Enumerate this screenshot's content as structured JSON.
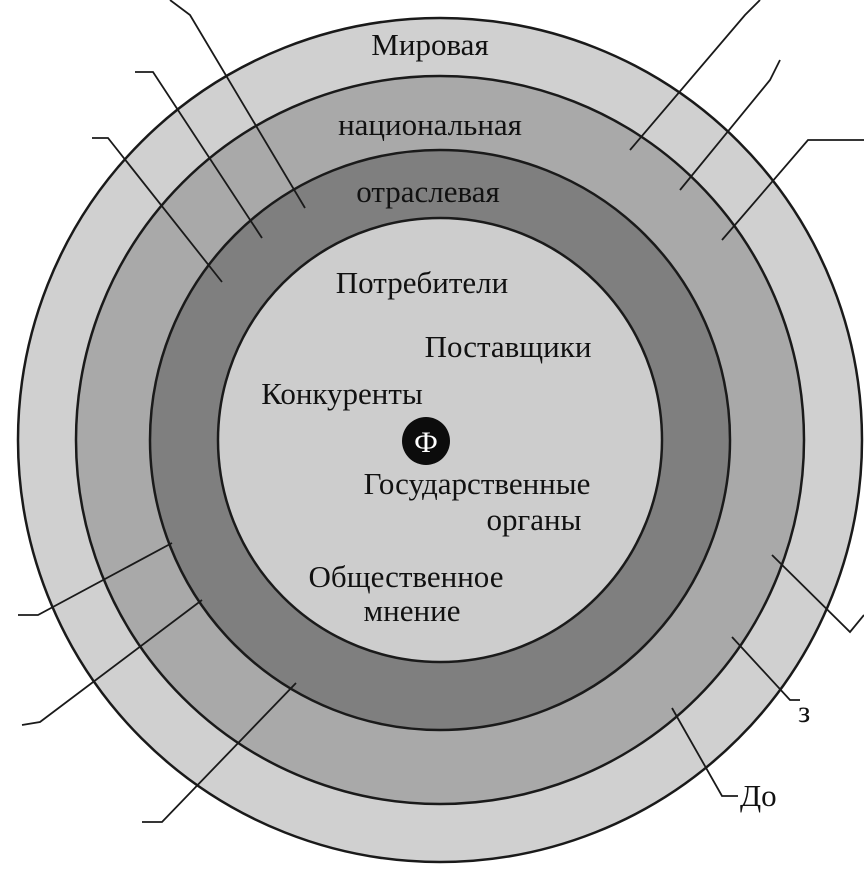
{
  "rings": {
    "world": {
      "label": "Мировая"
    },
    "national": {
      "label": "национальная"
    },
    "industry": {
      "label": "отраслевая"
    }
  },
  "inner_items": {
    "consumers": "Потребители",
    "suppliers": "Поставщики",
    "competitors": "Конкуренты",
    "government_line1": "Государственные",
    "government_line2": "органы",
    "opinion_line1": "Общественное",
    "opinion_line2": "мнение"
  },
  "center": {
    "symbol": "Ф"
  },
  "edge_glyphs": {
    "right_lower": "з",
    "bottom_right": "До"
  },
  "colors": {
    "outer_ring": "#d0d0d0",
    "national_ring": "#a9a9a9",
    "industry_ring": "#7f7f7f",
    "inner_circle": "#cdcdcd",
    "center_dot": "#0c0c0c",
    "outline": "#1a1a1a"
  }
}
